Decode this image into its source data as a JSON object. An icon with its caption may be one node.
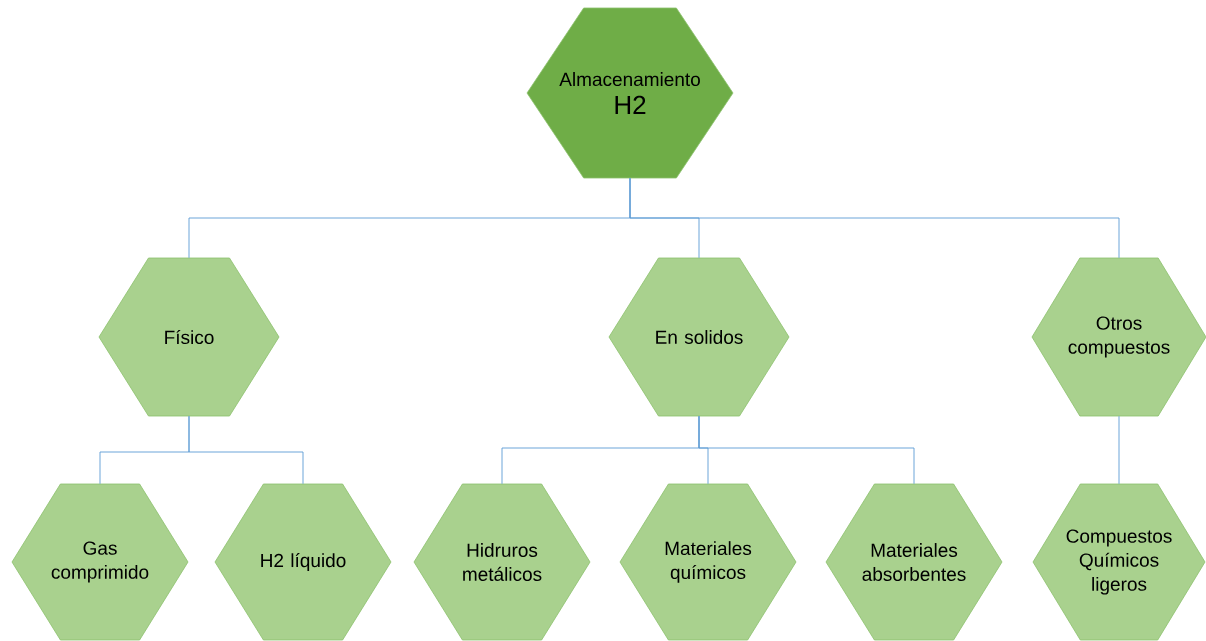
{
  "diagram": {
    "nodes": [
      {
        "text": [
          "Almacenamiento",
          "H2"
        ]
      },
      {
        "text": [
          "Físico"
        ]
      },
      {
        "text": [
          "En solidos"
        ]
      },
      {
        "text": [
          "Otros compuestos"
        ]
      },
      {
        "text": [
          "Gas comprimido"
        ]
      },
      {
        "text": [
          "H2 líquido"
        ]
      },
      {
        "text": [
          "Hidruros metálicos"
        ]
      },
      {
        "text": [
          "Materiales químicos"
        ]
      },
      {
        "text": [
          "Materiales absorbentes"
        ]
      },
      {
        "text": [
          "Compuestos Químicos ligeros"
        ]
      }
    ],
    "edges": [
      {
        "from": 0,
        "to": 1,
        "arrow": "none"
      },
      {
        "from": 0,
        "to": 2,
        "arrow": "none"
      },
      {
        "from": 0,
        "to": 3,
        "arrow": "none"
      },
      {
        "from": 1,
        "to": 4,
        "arrow": "none"
      },
      {
        "from": 1,
        "to": 5,
        "arrow": "none"
      },
      {
        "from": 2,
        "to": 6,
        "arrow": "none"
      },
      {
        "from": 2,
        "to": 7,
        "arrow": "none"
      },
      {
        "from": 2,
        "to": 8,
        "arrow": "none"
      },
      {
        "from": 3,
        "to": 9,
        "arrow": "none"
      }
    ]
  }
}
